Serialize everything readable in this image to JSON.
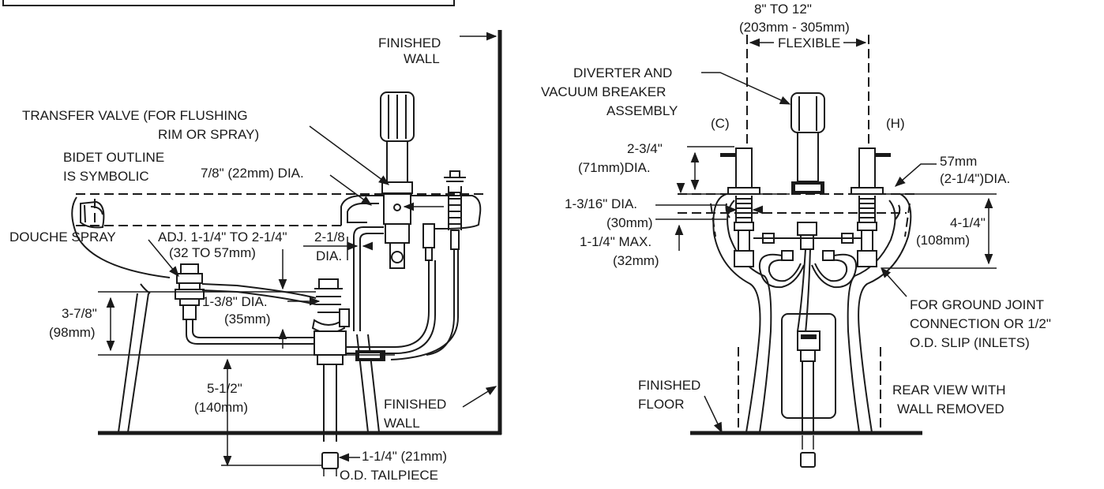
{
  "labels": {
    "finished_wall_top": [
      "FINISHED",
      "WALL"
    ],
    "finished_wall_bottom": [
      "FINISHED",
      "WALL"
    ],
    "transfer_valve": [
      "TRANSFER VALVE (FOR FLUSHING",
      "RIM OR SPRAY)"
    ],
    "bidet_outline": [
      "BIDET OUTLINE",
      "IS SYMBOLIC"
    ],
    "dia_7_8": "7/8\" (22mm) DIA.",
    "douche_spray": "DOUCHE SPRAY",
    "adj": [
      "ADJ. 1-1/4\" TO 2-1/4\"",
      "(32 TO 57mm)"
    ],
    "dia_2_1_8": [
      "2-1/8",
      "DIA."
    ],
    "dia_1_3_8": [
      "1-3/8\" DIA.",
      "(35mm)"
    ],
    "dim_3_7_8": [
      "3-7/8\"",
      "(98mm)"
    ],
    "dim_5_1_2": [
      "5-1/2\"",
      "(140mm)"
    ],
    "tailpiece": [
      "1-1/4\" (21mm)",
      "O.D. TAILPIECE"
    ],
    "spacing": [
      "8\" TO 12\"",
      "(203mm - 305mm)",
      "FLEXIBLE"
    ],
    "diverter": [
      "DIVERTER AND",
      "VACUUM BREAKER",
      "ASSEMBLY"
    ],
    "cold": "(C)",
    "hot": "(H)",
    "dim_2_3_4": [
      "2-3/4\"",
      "(71mm)DIA."
    ],
    "dia_57mm": [
      "57mm",
      "(2-1/4\")DIA."
    ],
    "dia_1_3_16": [
      "1-3/16\" DIA.",
      "(30mm)"
    ],
    "max_1_1_4": [
      "1-1/4\" MAX.",
      "(32mm)"
    ],
    "dim_4_1_4": [
      "4-1/4\"",
      "(108mm)"
    ],
    "ground_joint": [
      "FOR GROUND JOINT",
      "CONNECTION OR 1/2\"",
      "O.D. SLIP (INLETS)"
    ],
    "finished_floor": [
      "FINISHED",
      "FLOOR"
    ],
    "rear_view": [
      "REAR VIEW WITH",
      "WALL REMOVED"
    ]
  },
  "colors": {
    "ink": "#1a1a1a",
    "background": "#ffffff"
  }
}
